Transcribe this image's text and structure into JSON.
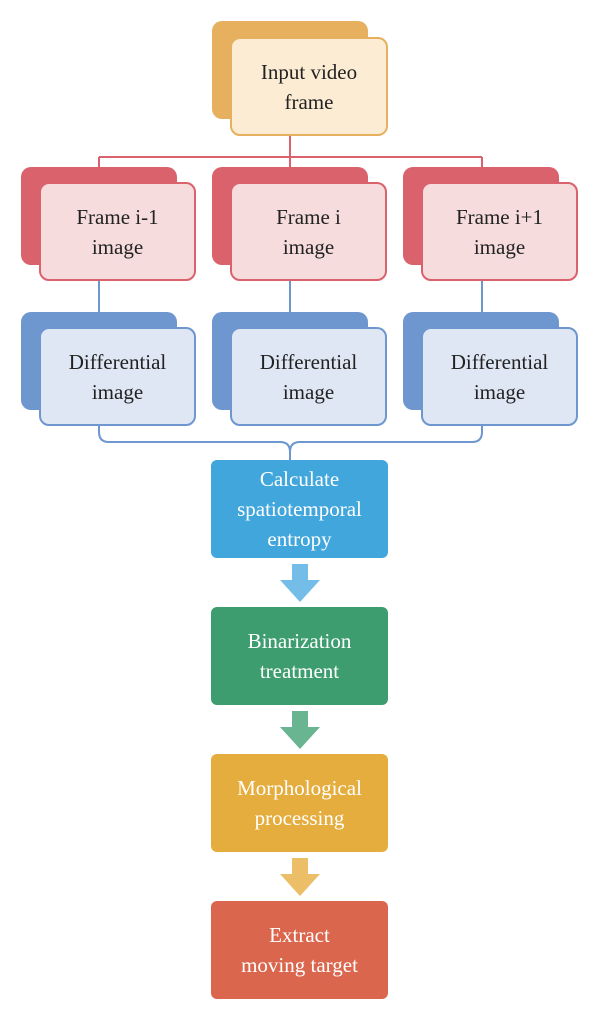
{
  "input": {
    "label": "Input video\nframe"
  },
  "frames": [
    {
      "label": "Frame i-1\nimage"
    },
    {
      "label": "Frame i\nimage"
    },
    {
      "label": "Frame i+1\nimage"
    }
  ],
  "differentials": [
    {
      "label": "Differential\nimage"
    },
    {
      "label": "Differential\nimage"
    },
    {
      "label": "Differential\nimage"
    }
  ],
  "steps": [
    {
      "label": "Calculate\nspatiotemporal\nentropy"
    },
    {
      "label": "Binarization\ntreatment"
    },
    {
      "label": "Morphological\nprocessing"
    },
    {
      "label": "Extract\nmoving target"
    }
  ],
  "colors": {
    "input": "#e6b05e",
    "frame": "#d9626c",
    "differential": "#6e96cf",
    "step1": "#41a6dc",
    "step2": "#3e9d6f",
    "step3": "#e5ad3d",
    "step4": "#d9664d"
  }
}
